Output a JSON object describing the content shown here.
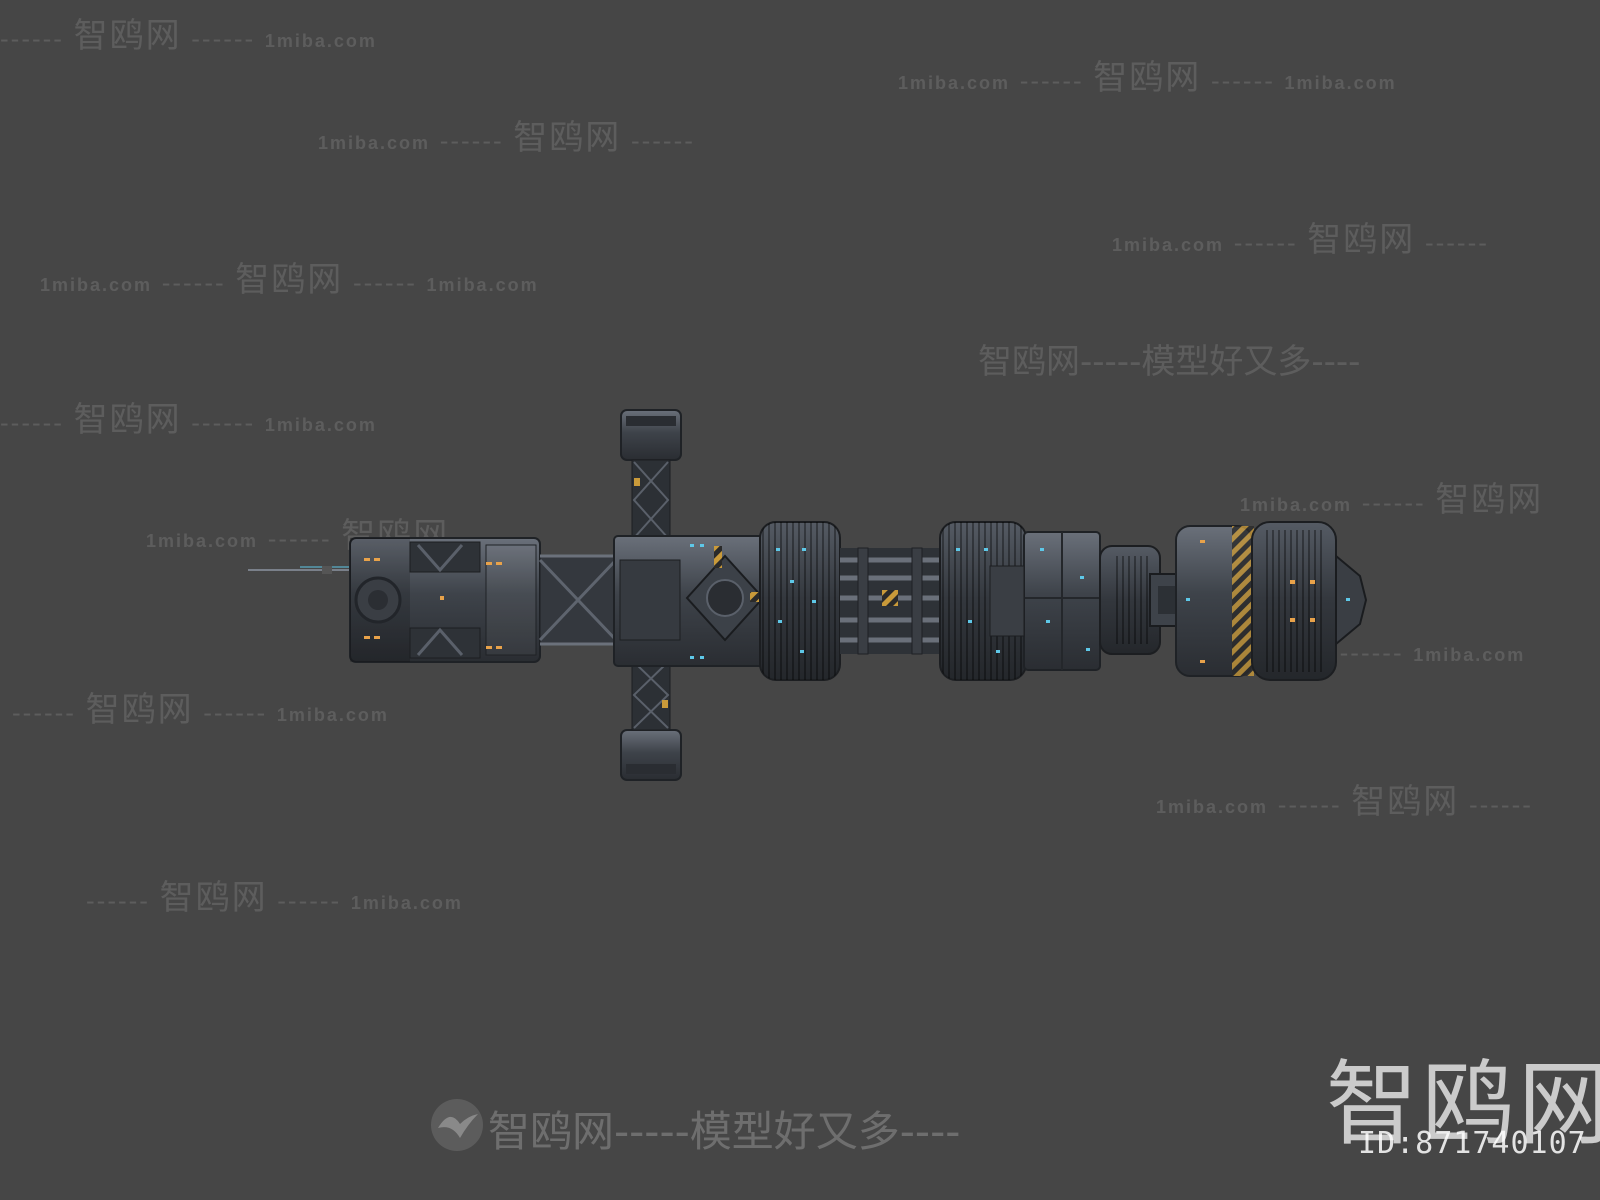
{
  "watermark": {
    "brand": "智鸥网",
    "site": "1miba.com",
    "dashes": "------",
    "tagline": "智鸥网-----模型好又多----"
  },
  "corner_logo": {
    "text": "智鸥网",
    "id_label": "ID:871740107"
  },
  "bottom_slogan": {
    "text": "智鸥网-----模型好又多----"
  },
  "colors": {
    "background": "#464646",
    "hull": "#3a3e44",
    "hull_light": "#5a606a",
    "accent_cyan": "#3fc6e8",
    "accent_orange": "#e89a3a"
  }
}
